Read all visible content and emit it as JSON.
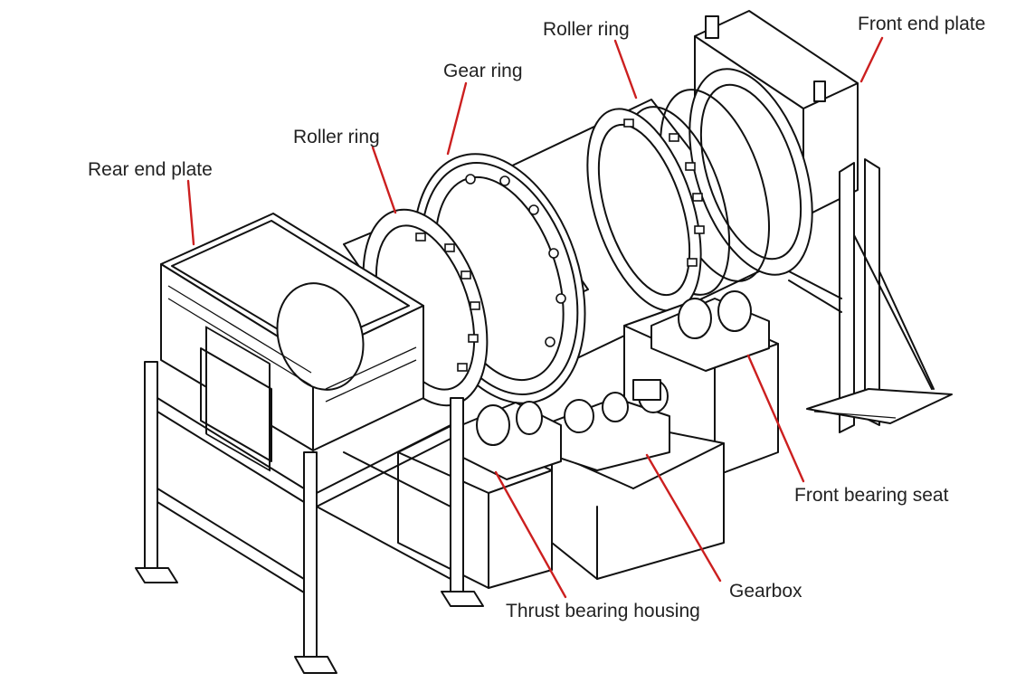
{
  "colors": {
    "leader": "#cc1f1f",
    "label": "#222222",
    "drawing": "#111111"
  },
  "labels": {
    "front_end_plate": "Front end plate",
    "roller_ring_right": "Roller ring",
    "gear_ring": "Gear ring",
    "roller_ring_left": "Roller ring",
    "rear_end_plate": "Rear end plate",
    "front_bearing_seat": "Front bearing seat",
    "gearbox": "Gearbox",
    "thrust_bearing_housing": "Thrust bearing housing"
  }
}
